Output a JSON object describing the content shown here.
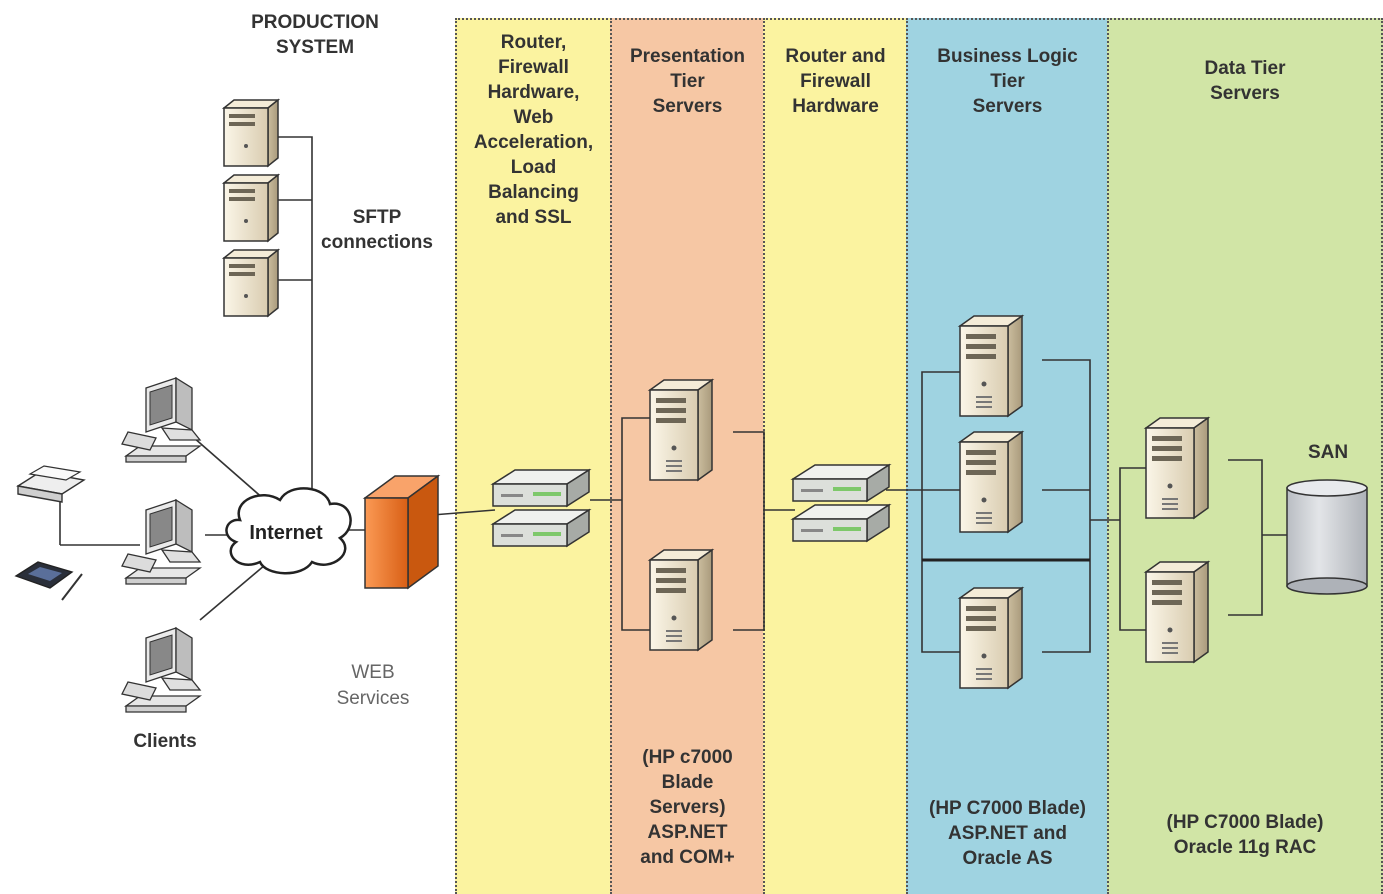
{
  "production_system": "PRODUCTION\nSYSTEM",
  "sftp_label": "SFTP\nconnections",
  "internet_label": "Internet",
  "web_services_label": "WEB\nServices",
  "clients_label": "Clients",
  "san_label": "SAN",
  "zones": [
    {
      "id": "router1",
      "title": "Router,\nFirewall\nHardware,\nWeb\nAcceleration,\nLoad\nBalancing\nand SSL",
      "footer": "",
      "color": "#fbf3a0"
    },
    {
      "id": "presentation",
      "title": "Presentation\nTier\nServers",
      "footer": "(HP c7000\nBlade\nServers)\nASP.NET\nand COM+",
      "color": "#f6c7a4"
    },
    {
      "id": "router2",
      "title": "Router and\nFirewall\nHardware",
      "footer": "",
      "color": "#fbf3a0"
    },
    {
      "id": "business",
      "title": "Business Logic\nTier\nServers",
      "footer": "(HP C7000 Blade)\nASP.NET and\nOracle AS",
      "color": "#9fd3e1"
    },
    {
      "id": "data",
      "title": "Data Tier\nServers",
      "footer": "(HP C7000 Blade)\nOracle 11g RAC",
      "color": "#d1e5a6"
    }
  ],
  "colors": {
    "firewall": "#f07a2e",
    "server": "#efe6d0",
    "disk": "#c9ccd1"
  }
}
